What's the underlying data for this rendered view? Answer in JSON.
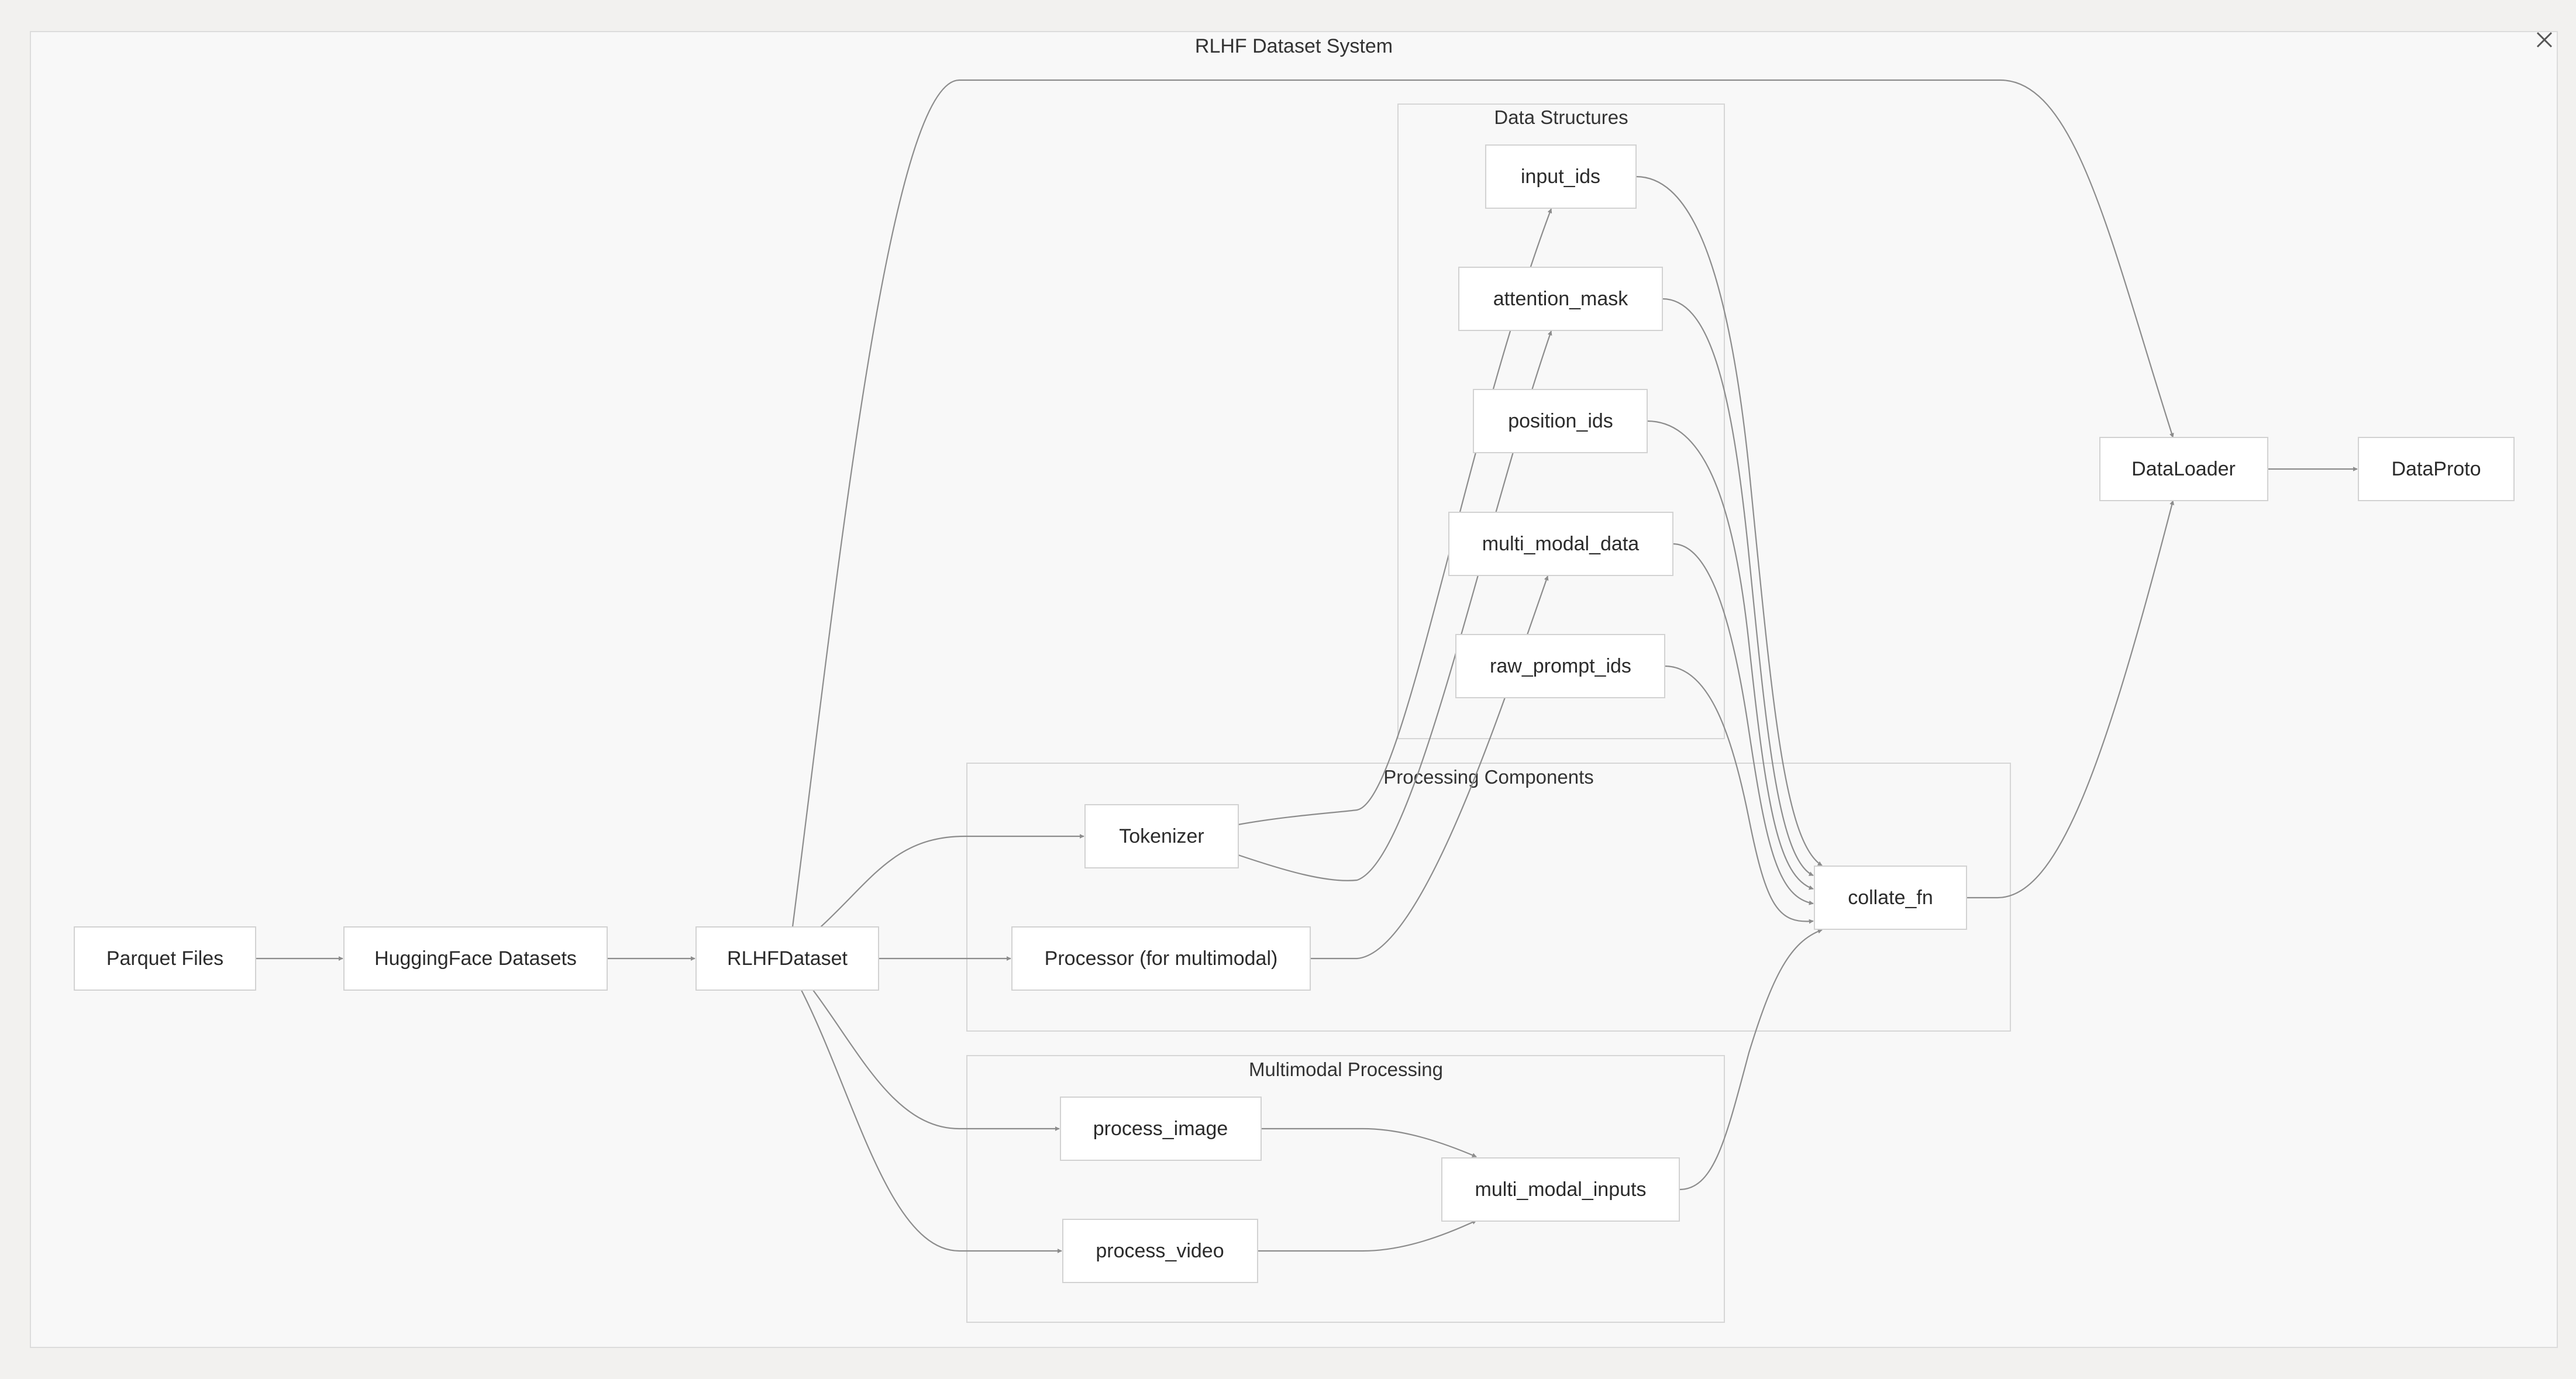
{
  "diagram": {
    "title": "RLHF Dataset System",
    "groups": {
      "data_structures": "Data Structures",
      "processing_components": "Processing Components",
      "multimodal_processing": "Multimodal Processing"
    },
    "nodes": {
      "parquet_files": "Parquet Files",
      "huggingface_datasets": "HuggingFace Datasets",
      "rlhf_dataset": "RLHFDataset",
      "tokenizer": "Tokenizer",
      "processor": "Processor (for multimodal)",
      "process_image": "process_image",
      "process_video": "process_video",
      "multi_modal_inputs": "multi_modal_inputs",
      "input_ids": "input_ids",
      "attention_mask": "attention_mask",
      "position_ids": "position_ids",
      "multi_modal_data": "multi_modal_data",
      "raw_prompt_ids": "raw_prompt_ids",
      "collate_fn": "collate_fn",
      "dataloader": "DataLoader",
      "dataproto": "DataProto"
    },
    "edges": [
      {
        "from": "parquet_files",
        "to": "huggingface_datasets"
      },
      {
        "from": "huggingface_datasets",
        "to": "rlhf_dataset"
      },
      {
        "from": "rlhf_dataset",
        "to": "tokenizer"
      },
      {
        "from": "rlhf_dataset",
        "to": "processor"
      },
      {
        "from": "rlhf_dataset",
        "to": "process_image"
      },
      {
        "from": "rlhf_dataset",
        "to": "process_video"
      },
      {
        "from": "rlhf_dataset",
        "to": "dataloader"
      },
      {
        "from": "tokenizer",
        "to": "input_ids"
      },
      {
        "from": "tokenizer",
        "to": "attention_mask"
      },
      {
        "from": "processor",
        "to": "multi_modal_data"
      },
      {
        "from": "process_image",
        "to": "multi_modal_inputs"
      },
      {
        "from": "process_video",
        "to": "multi_modal_inputs"
      },
      {
        "from": "input_ids",
        "to": "collate_fn"
      },
      {
        "from": "attention_mask",
        "to": "collate_fn"
      },
      {
        "from": "position_ids",
        "to": "collate_fn"
      },
      {
        "from": "multi_modal_data",
        "to": "collate_fn"
      },
      {
        "from": "raw_prompt_ids",
        "to": "collate_fn"
      },
      {
        "from": "multi_modal_inputs",
        "to": "collate_fn"
      },
      {
        "from": "collate_fn",
        "to": "dataloader"
      },
      {
        "from": "dataloader",
        "to": "dataproto"
      }
    ]
  },
  "window": {
    "close_icon": "close-icon"
  }
}
